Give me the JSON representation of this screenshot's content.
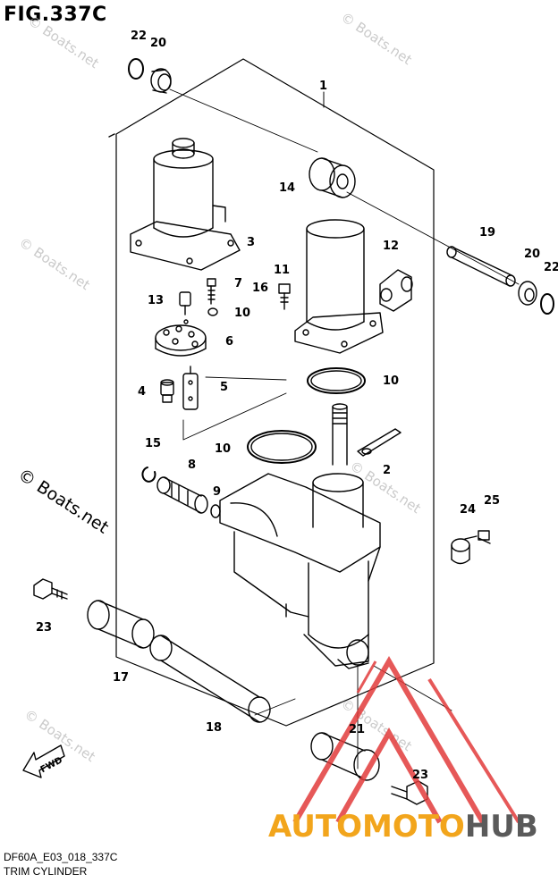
{
  "figure": {
    "title": "FIG.337C",
    "code": "DF60A_E03_018_337C",
    "name": "TRIM CYLINDER"
  },
  "watermark": {
    "text": "© Boats.net"
  },
  "brand": {
    "part1": "AUTO",
    "part2": "MOTO",
    "part3": "HUB",
    "accent_color": "#f2a51c",
    "logo_color": "#e23b3b",
    "dark_color": "#5a5a5a"
  },
  "direction_arrow": {
    "label": "FWD"
  },
  "callouts": [
    {
      "id": "22a",
      "label": "22"
    },
    {
      "id": "20a",
      "label": "20"
    },
    {
      "id": "1",
      "label": "1"
    },
    {
      "id": "14",
      "label": "14"
    },
    {
      "id": "3",
      "label": "3"
    },
    {
      "id": "12",
      "label": "12"
    },
    {
      "id": "19",
      "label": "19"
    },
    {
      "id": "20b",
      "label": "20"
    },
    {
      "id": "22b",
      "label": "22"
    },
    {
      "id": "11",
      "label": "11"
    },
    {
      "id": "16",
      "label": "16"
    },
    {
      "id": "7",
      "label": "7"
    },
    {
      "id": "13",
      "label": "13"
    },
    {
      "id": "10a",
      "label": "10"
    },
    {
      "id": "6",
      "label": "6"
    },
    {
      "id": "10b",
      "label": "10"
    },
    {
      "id": "4",
      "label": "4"
    },
    {
      "id": "5",
      "label": "5"
    },
    {
      "id": "15",
      "label": "15"
    },
    {
      "id": "10c",
      "label": "10"
    },
    {
      "id": "2",
      "label": "2"
    },
    {
      "id": "8",
      "label": "8"
    },
    {
      "id": "9",
      "label": "9"
    },
    {
      "id": "24",
      "label": "24"
    },
    {
      "id": "25",
      "label": "25"
    },
    {
      "id": "23a",
      "label": "23"
    },
    {
      "id": "17",
      "label": "17"
    },
    {
      "id": "18",
      "label": "18"
    },
    {
      "id": "21",
      "label": "21"
    },
    {
      "id": "23b",
      "label": "23"
    }
  ]
}
